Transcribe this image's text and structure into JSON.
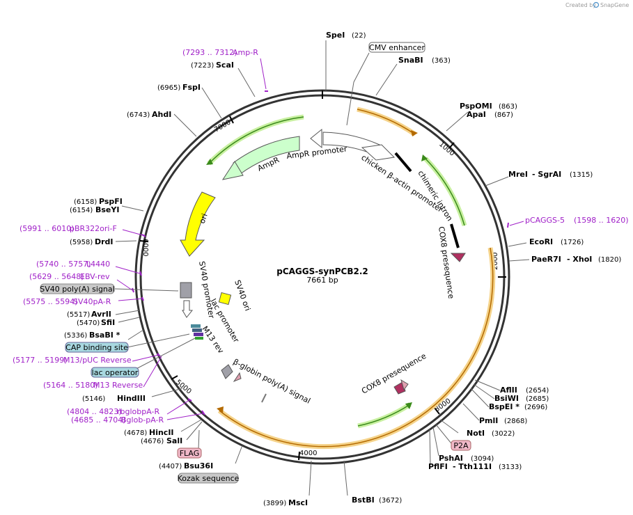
{
  "credit": {
    "prefix": "Created by",
    "brand": "SnapGene"
  },
  "center": {
    "name": "pCAGGS-synPCB2.2",
    "size": "7661 bp"
  },
  "ticks": [
    "1000",
    "2000",
    "3000",
    "4000",
    "5000",
    "6000",
    "7000"
  ],
  "enzymes": [
    {
      "name": "SpeI",
      "pos": "(22)"
    },
    {
      "name": "SnaBI",
      "pos": "(363)"
    },
    {
      "name": "PspOMI",
      "pos": "(863)"
    },
    {
      "name": "ApaI",
      "pos": "(867)"
    },
    {
      "name": "MreI",
      "name2": "- SgrAI",
      "pos": "(1315)"
    },
    {
      "name": "EcoRI",
      "pos": "(1726)"
    },
    {
      "name": "PaeR7I",
      "name2": "- XhoI",
      "pos": "(1820)"
    },
    {
      "name": "AflII",
      "pos": "(2654)"
    },
    {
      "name": "BsiWI",
      "pos": "(2685)"
    },
    {
      "name": "BspEI *",
      "pos": "(2696)"
    },
    {
      "name": "PmlI",
      "pos": "(2868)"
    },
    {
      "name": "NotI",
      "pos": "(3022)"
    },
    {
      "name": "PshAI",
      "pos": "(3094)"
    },
    {
      "name": "PflFI",
      "name2": "- Tth111I",
      "pos": "(3133)"
    },
    {
      "name": "BstBI",
      "pos": "(3672)"
    },
    {
      "name": "MscI",
      "pos": "(3899)"
    },
    {
      "name": "Bsu36I",
      "pos": "(4407)"
    },
    {
      "name": "SalI",
      "pos": "(4676)"
    },
    {
      "name": "HincII",
      "pos": "(4678)"
    },
    {
      "name": "HindIII",
      "pos": "(5146)"
    },
    {
      "name": "BsaBI *",
      "pos": "(5336)"
    },
    {
      "name": "SfiI",
      "pos": "(5470)"
    },
    {
      "name": "AvrII",
      "pos": "(5517)"
    },
    {
      "name": "DrdI",
      "pos": "(5958)"
    },
    {
      "name": "BseYI",
      "pos": "(6154)"
    },
    {
      "name": "PspFI",
      "pos": "(6158)"
    },
    {
      "name": "AhdI",
      "pos": "(6743)"
    },
    {
      "name": "FspI",
      "pos": "(6965)"
    },
    {
      "name": "ScaI",
      "pos": "(7223)"
    }
  ],
  "primers": [
    {
      "name": "Amp-R",
      "range": "(7293 .. 7312)"
    },
    {
      "name": "pCAGGS-5",
      "range": "(1598 .. 1620)"
    },
    {
      "name": "pBR322ori-F",
      "range": "(5991 .. 6010)"
    },
    {
      "name": "L4440",
      "range": "(5740 .. 5757)"
    },
    {
      "name": "EBV-rev",
      "range": "(5629 .. 5648)"
    },
    {
      "name": "SV40pA-R",
      "range": "(5575 .. 5594)"
    },
    {
      "name": "M13/pUC Reverse",
      "range": "(5177 .. 5199)"
    },
    {
      "name": "M13 Reverse",
      "range": "(5164 .. 5180)"
    },
    {
      "name": "rbglobpA-R",
      "range": "(4804 .. 4823)"
    },
    {
      "name": "Bglob-pA-R",
      "range": "(4685 .. 4704)"
    }
  ],
  "boxed_features": {
    "cmv": "CMV enhancer",
    "sv40pa": "SV40 poly(A) signal",
    "cap": "CAP binding site",
    "lacop": "lac operator",
    "flag": "FLAG",
    "kozak": "Kozak sequence",
    "p2a": "P2A"
  },
  "features": {
    "chicken_actin": "chicken β-actin promoter",
    "chimeric_intron": "chimeric intron",
    "cox8_1": "COX8 presequence",
    "cox8_2": "COX8 presequence",
    "ampr_promoter": "AmpR promoter",
    "ampr": "AmpR",
    "ori": "ori",
    "sv40_promoter": "SV40 promoter",
    "sv40_ori": "SV40 ori",
    "lac_promoter": "lac promoter",
    "m13_rev": "M13 rev",
    "bglobin": "β-globin poly(A) signal"
  },
  "colors": {
    "backbone": "#333333",
    "ampr_fill": "#ccffcc",
    "ori_fill": "#ffff00",
    "orf_halo": "#f5d38a",
    "primer_halo": "#c8f0a0",
    "cox8_fill": "#b03060",
    "primer_text": "#a020c8",
    "cap_box": "#a8d8e0",
    "kozak_box": "#c8c8c8",
    "flag_box": "#f0b8c8"
  }
}
